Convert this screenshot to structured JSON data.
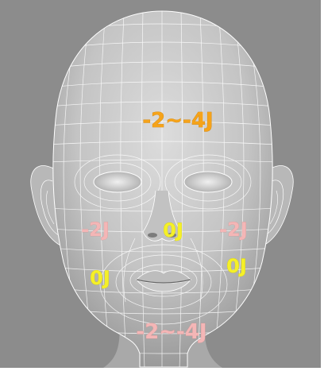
{
  "labels": {
    "forehead": "-2~-4J",
    "cheek_left": "-2J",
    "nose": "0J",
    "cheek_right": "-2J",
    "mouth_left": "0J",
    "mouth_right": "0J",
    "chin": "-2~-4J"
  },
  "colors": {
    "background": "#8c8c8c",
    "head": "#c9c9c9",
    "wire": "#ffffff",
    "forehead_label": "#f5a31a",
    "negative_label": "#f4b6b6",
    "zero_label": "#f5f028"
  }
}
